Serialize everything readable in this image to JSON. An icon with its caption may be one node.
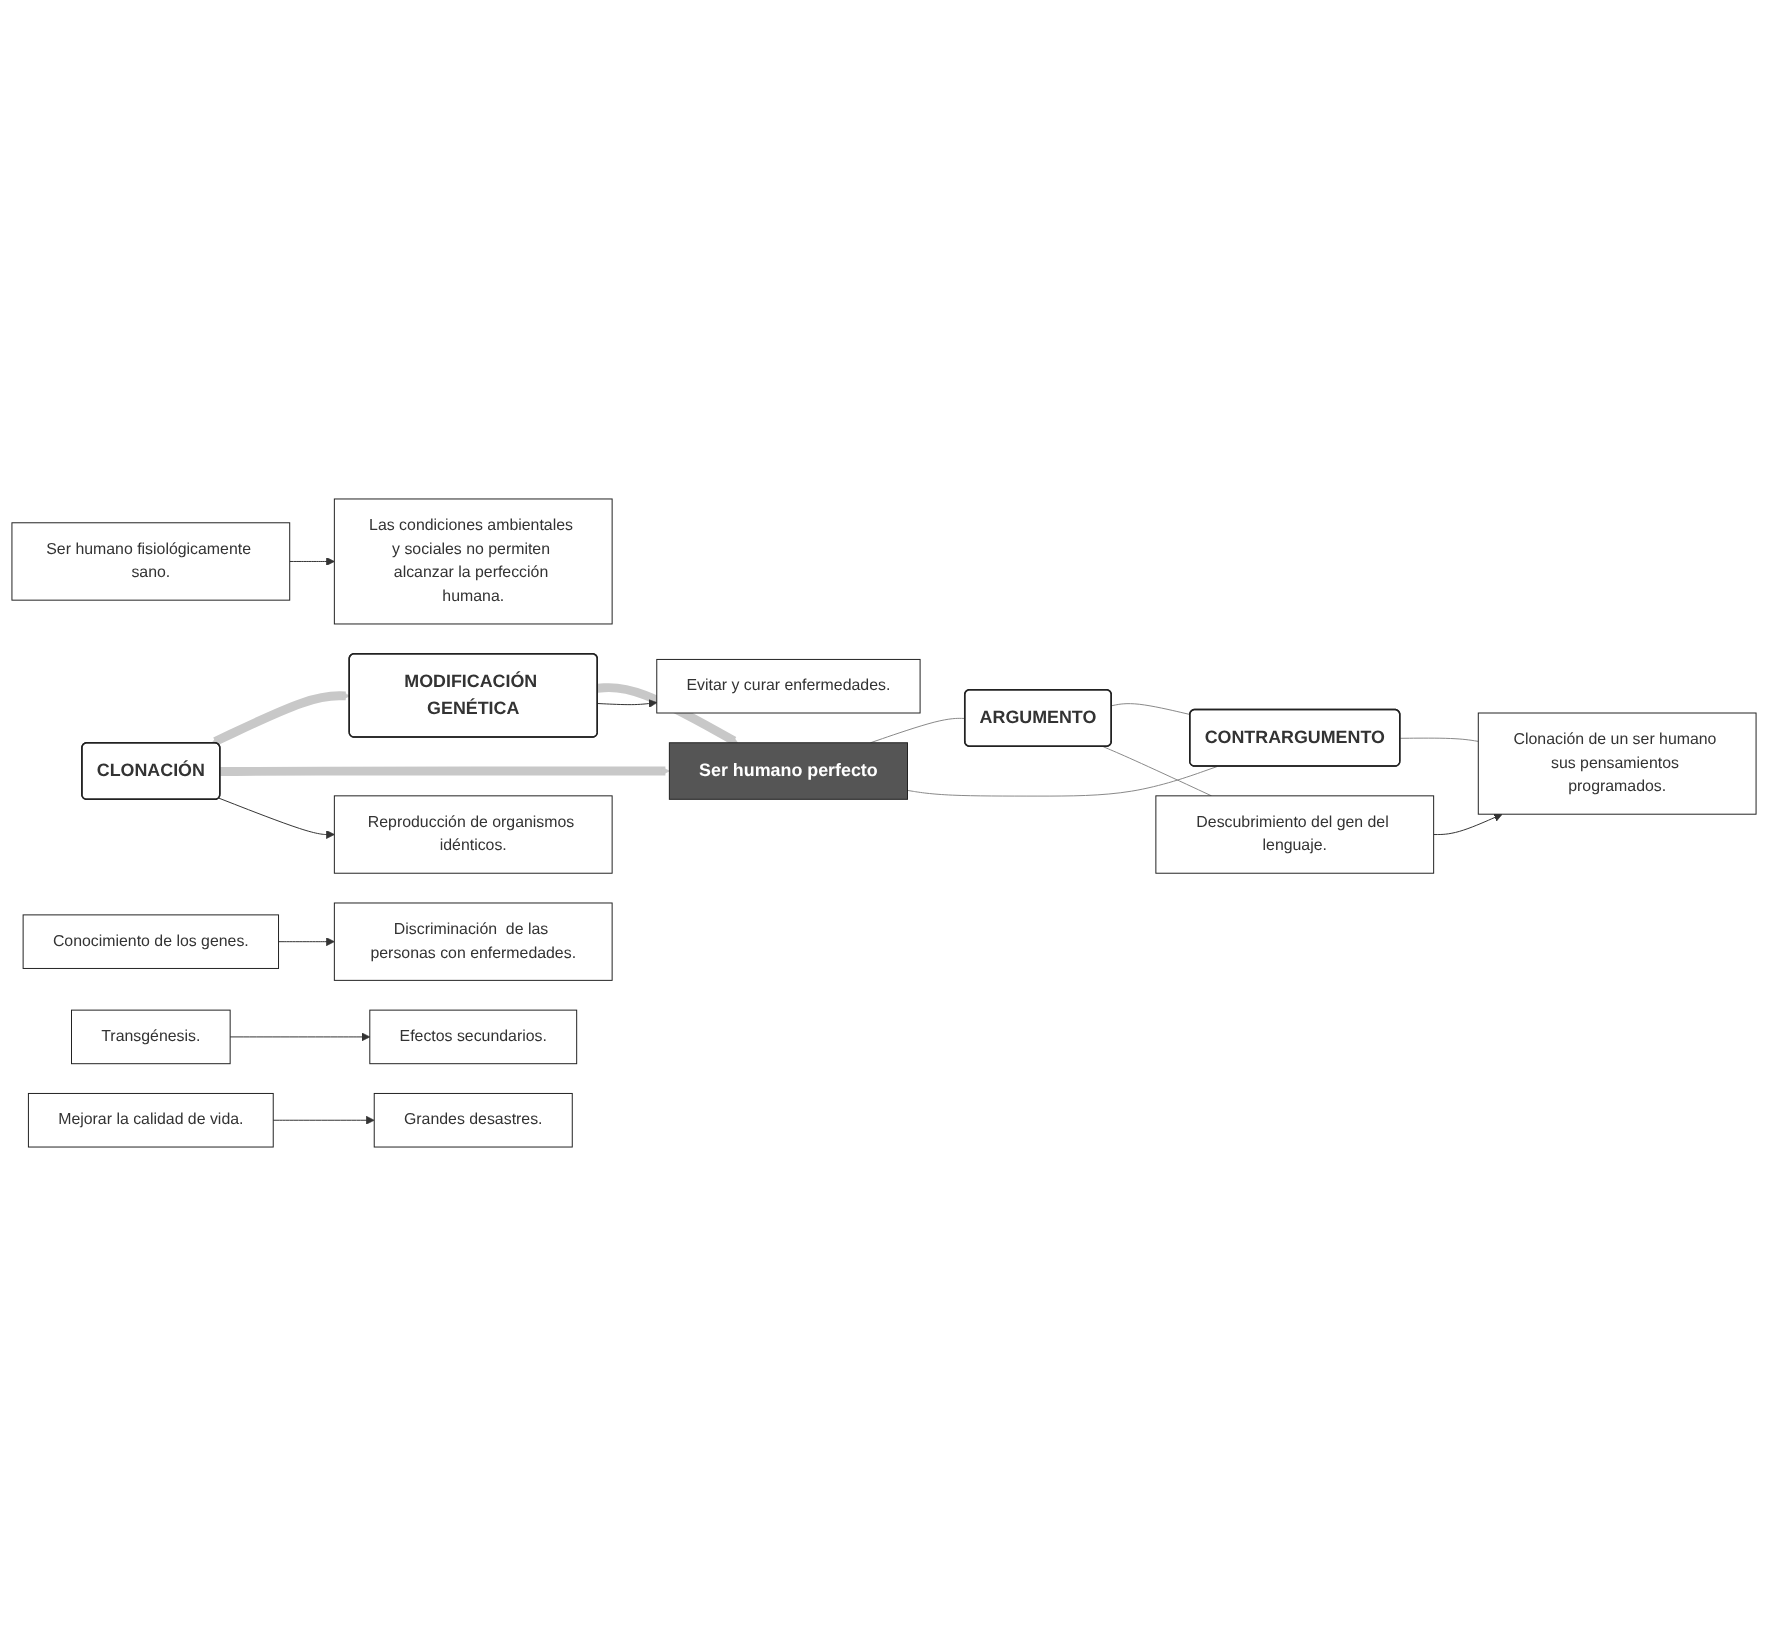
{
  "diagram": {
    "nodes": [
      {
        "text": [
          "CLONACIÓN"
        ]
      },
      {
        "text": [
          "MODIFICACIÓN GENÉTICA"
        ]
      },
      {
        "text": [
          "Reproducción de organismos idénticos."
        ]
      },
      {
        "text": [
          "Evitar y curar enfermedades."
        ]
      },
      {
        "text": [
          "Ser humano perfecto"
        ]
      },
      {
        "text": [
          "ARGUMENTO"
        ]
      },
      {
        "text": [
          "CONTRARGUMENTO"
        ]
      },
      {
        "text": [
          "Descubrimiento del gen del lenguaje."
        ]
      },
      {
        "text": [
          "Clonación de un ser humano sus pensamientos programados."
        ]
      },
      {
        "text": [
          "Ser humano fisiológicamente sano."
        ]
      },
      {
        "text": [
          "Las condiciones ambientales y sociales no permiten alcanzar la perfección humana."
        ]
      },
      {
        "text": [
          "Conocimiento de los genes."
        ]
      },
      {
        "text": [
          "Discriminación  de las personas con enfermedades."
        ]
      },
      {
        "text": [
          "Transgénesis."
        ]
      },
      {
        "text": [
          "Efectos secundarios."
        ]
      },
      {
        "text": [
          "Mejorar la calidad de vida."
        ]
      },
      {
        "text": [
          "Grandes desastres."
        ]
      }
    ],
    "edges": [
      {
        "from": 0,
        "to": 1,
        "arrow": "both",
        "style": "thick",
        "color": "#c8c8c8"
      },
      {
        "from": 0,
        "to": 4,
        "arrow": "to",
        "style": "thick",
        "color": "#c8c8c8"
      },
      {
        "from": 1,
        "to": 4,
        "arrow": "to",
        "style": "thick",
        "color": "#c8c8c8"
      },
      {
        "from": 0,
        "to": 2,
        "arrow": "to"
      },
      {
        "from": 1,
        "to": 3,
        "arrow": "to"
      },
      {
        "from": 4,
        "to": 5,
        "arrow": "none",
        "color": "#888888"
      },
      {
        "from": 4,
        "to": 6,
        "arrow": "none",
        "color": "#888888"
      },
      {
        "from": 5,
        "to": 6,
        "arrow": "none",
        "color": "#888888"
      },
      {
        "from": 5,
        "to": 7,
        "arrow": "none",
        "color": "#888888"
      },
      {
        "from": 6,
        "to": 8,
        "arrow": "none",
        "color": "#888888"
      },
      {
        "from": 7,
        "to": 8,
        "arrow": "to"
      },
      {
        "from": 9,
        "to": 10,
        "arrow": "to"
      },
      {
        "from": 11,
        "to": 12,
        "arrow": "to"
      },
      {
        "from": 13,
        "to": 14,
        "arrow": "to"
      },
      {
        "from": 15,
        "to": 16,
        "arrow": "to"
      }
    ]
  }
}
